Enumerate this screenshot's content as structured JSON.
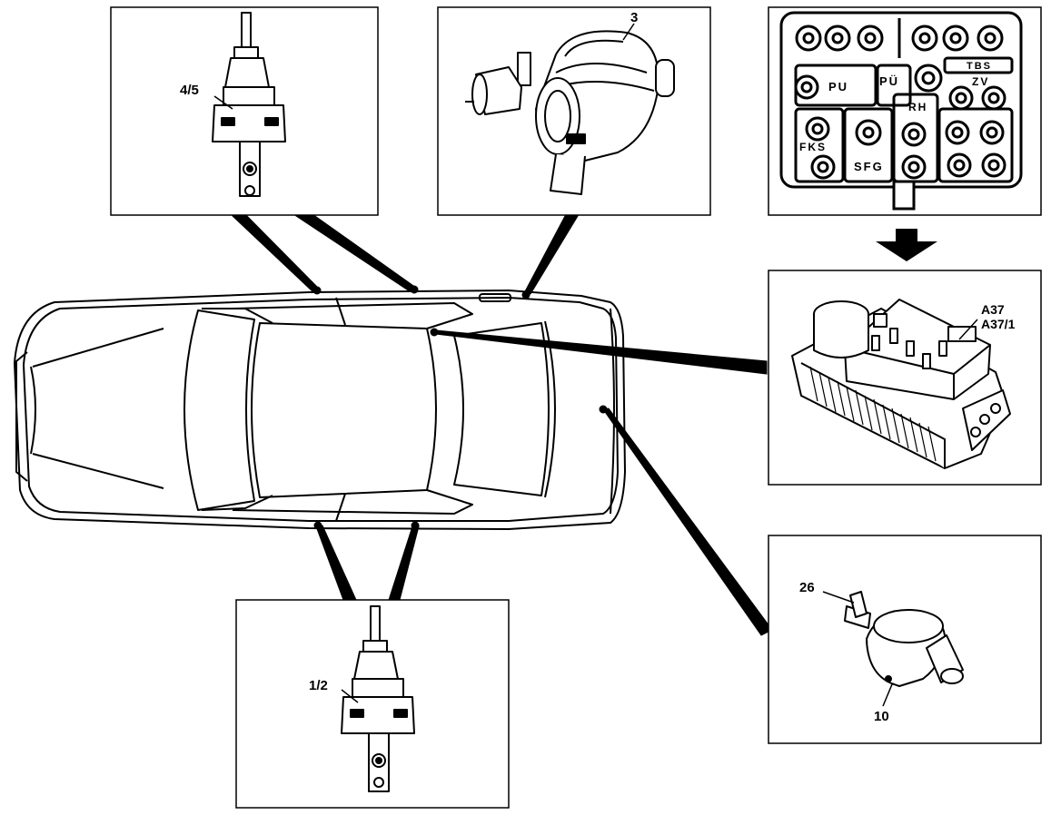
{
  "labels": {
    "switch_rear": "4/5",
    "actuator": "3",
    "control_unit": "A37\nA37/1",
    "switch_front": "1/2",
    "valve_stem": "26",
    "valve_body": "10"
  },
  "fuse_box": {
    "labels": [
      "PU",
      "PÜ",
      "TBS",
      "ZV",
      "RH",
      "FKS",
      "SFG"
    ]
  }
}
